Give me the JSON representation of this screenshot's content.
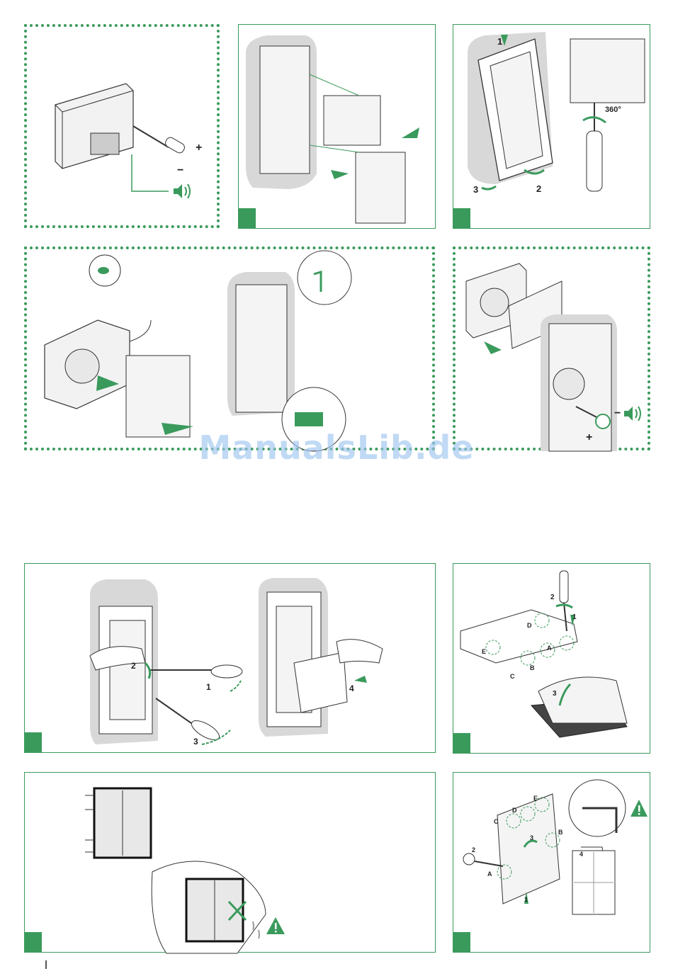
{
  "watermark": "ManualsLib.de",
  "colors": {
    "accent": "#3a9a5c",
    "drawing_gray": "#d8d8d8",
    "line": "#333333",
    "watermark": "#9fc6ef"
  },
  "panel1": {
    "sign_plus": "+",
    "sign_minus": "−",
    "icon": "speaker-volume-icon"
  },
  "panel2": {
    "icon": "green-arrow-icon"
  },
  "panel3": {
    "step1": "1",
    "step2": "2",
    "step3": "3",
    "rotation": "360°"
  },
  "panel4": {
    "icon": "green-arrow-icon"
  },
  "panel5": {
    "sign_plus": "+",
    "sign_minus": "−",
    "icon": "speaker-volume-icon"
  },
  "panel6": {
    "step1": "1",
    "step2": "2",
    "step3": "3",
    "step4": "4"
  },
  "panel7": {
    "step1": "1",
    "step2": "2",
    "step3": "3",
    "points": [
      "A",
      "B",
      "C",
      "D",
      "E"
    ]
  },
  "panel8": {
    "icon": "warning-icon"
  },
  "panel9": {
    "step1": "1",
    "step2": "2",
    "step3": "3",
    "step4": "4",
    "points": [
      "A",
      "B",
      "C",
      "D",
      "E"
    ],
    "icon": "warning-icon"
  }
}
